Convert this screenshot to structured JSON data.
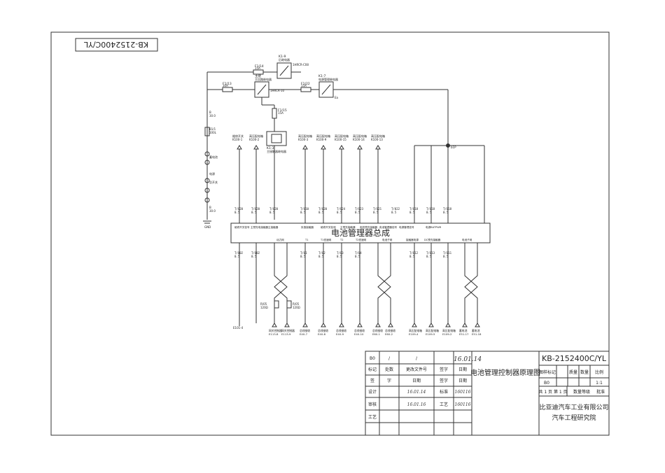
{
  "drawing_number": "KB-2152400C/YL",
  "drawing_number_rotated": "KB-2152400C/YL",
  "title": "电池管理控制器原理图",
  "bms_title": "电池管理器总成",
  "company_line1": "比亚迪汽车工业有限公司",
  "company_line2": "汽车工程研究院",
  "sheet_info": "共 1 页  第 1 页",
  "weight_grade_label": "数量等级",
  "approval_label": "批准",
  "stage_label": "图样标记",
  "quantity_label": "质量",
  "count_label": "数量",
  "scale_label": "比例",
  "stage_value": "B0",
  "scale_value": "1:1",
  "rev_rows": [
    {
      "mark": "B0",
      "count": "/",
      "file": "/",
      "sign": "",
      "date": ""
    },
    {
      "mark": "标记",
      "count": "处数",
      "file": "更改文件号",
      "sign": "签字",
      "date": "日期"
    },
    {
      "mark": "签",
      "count": "字",
      "file": "日期",
      "sign": "签字",
      "date": "日期"
    }
  ],
  "sign_rows": [
    {
      "role": "设计",
      "name": "",
      "date": "16.01.14",
      "role2": "标准",
      "date2": "160116"
    },
    {
      "role": "审核",
      "name": "",
      "date": "16.01.16",
      "role2": "工艺",
      "date2": "160116"
    },
    {
      "role": "工艺",
      "name": "",
      "date": "",
      "role2": "",
      "date2": ""
    }
  ],
  "handwritten_top": "16.01.14",
  "fuses": {
    "f1_14": {
      "name": "F1/14",
      "rating": "15A"
    },
    "f1_13": {
      "name": "F1/13",
      "rating": "30A"
    },
    "f1_22": {
      "name": "F1/22",
      "rating": "15A"
    },
    "f1_15": {
      "name": "F1/15",
      "rating": "15A"
    }
  },
  "relays": {
    "k1_9": {
      "name": "K1-9",
      "desc": "后继电器"
    },
    "k1_7": {
      "name": "K1-7",
      "desc": "电源管理继电器"
    },
    "main_relay": {
      "name": "主继",
      "desc": "主回路继电器"
    },
    "k1_3": {
      "name": "K1-3",
      "desc": "主接触器继电器"
    }
  },
  "relay_codes": {
    "r1": "1HRCR-C08",
    "r2": "1HRCR-10",
    "r3": "Ea"
  },
  "left_chain": {
    "labels": [
      "B",
      "30.0",
      "B1/1",
      "100L",
      "蓄电池",
      "电源",
      "总开关",
      "B",
      "30.0"
    ],
    "ground": "GND"
  },
  "top_connectors": [
    {
      "name": "维修开关",
      "code": "K100-1"
    },
    {
      "name": "高压配电箱",
      "code": "K100-2"
    },
    {
      "name": "高压配电箱",
      "code": "K100-3"
    },
    {
      "name": "高压配电箱",
      "code": "K100-9"
    },
    {
      "name": "高压配电箱",
      "code": "K100-15"
    },
    {
      "name": "高压配电箱",
      "code": "K100-14"
    },
    {
      "name": "高压配电箱",
      "code": "K100-13"
    }
  ],
  "upper_pins": [
    {
      "pin": "T/020",
      "size": "0.5"
    },
    {
      "pin": "T/020",
      "size": "0.5"
    },
    {
      "pin": "T/020",
      "size": "0.5"
    },
    {
      "pin": "T/010",
      "size": "0.5"
    },
    {
      "pin": "T/020",
      "size": "0.5"
    },
    {
      "pin": "T/024",
      "size": "0.5"
    },
    {
      "pin": "T/023",
      "size": "0.5"
    },
    {
      "pin": "T/021",
      "size": "0.5"
    },
    {
      "pin": "T/022",
      "size": "0.5"
    },
    {
      "pin": "T/018",
      "size": "0.5"
    },
    {
      "pin": "T/018",
      "size": "0.5"
    },
    {
      "pin": "T/018",
      "size": "0.5"
    }
  ],
  "bms_inputs": [
    "维修开关信号",
    "主预充电接触器",
    "主接触器",
    "负极接触器",
    "维修开关检测",
    "主预充接触器",
    "电机预充接触器",
    "电池管理器信号",
    "电源管理信号",
    "电源BATPWR"
  ],
  "bms_outputs": [
    "动力网",
    "T1",
    "T1低速网",
    "T2",
    "T2低速网",
    "电池子网",
    "接触器电源",
    "DC预充接触器",
    "电池子网"
  ],
  "lower_pins": [
    {
      "pin": "T/002",
      "size": "0.5"
    },
    {
      "pin": "T/002",
      "size": "0.5"
    },
    {
      "pin": "T/01",
      "size": "0.5"
    },
    {
      "pin": "T/02",
      "size": "0.5"
    },
    {
      "pin": "T/03",
      "size": "0.5"
    },
    {
      "pin": "T/04",
      "size": "0.5"
    },
    {
      "pin": "T/012",
      "size": "0.5"
    },
    {
      "pin": "T/013",
      "size": "0.5"
    },
    {
      "pin": "T/011",
      "size": "0.5"
    }
  ],
  "resistors": [
    {
      "name": "R/05",
      "value": "120Ω"
    },
    {
      "name": "R/05",
      "value": "120Ω"
    }
  ],
  "bottom_connectors": [
    {
      "name": "网关控制器",
      "code": "E113-8"
    },
    {
      "name": "网关控制器",
      "code": "E113-9"
    },
    {
      "name": "总线接收",
      "code": "E40-7"
    },
    {
      "name": "总线接收",
      "code": "E40-8"
    },
    {
      "name": "总线接收",
      "code": "E40-9"
    },
    {
      "name": "总线接收",
      "code": "E40-10"
    },
    {
      "name": "总线接收",
      "code": "E60-1"
    },
    {
      "name": "总线接收",
      "code": "E60-2"
    },
    {
      "name": "高压配电箱",
      "code": "E109-4"
    },
    {
      "name": "高压配电箱",
      "code": "E109-5"
    },
    {
      "name": "高压配电箱",
      "code": "E109-2"
    },
    {
      "name": "蓄电池",
      "code": "E51-17"
    },
    {
      "name": "蓄电池",
      "code": "E51-18"
    }
  ],
  "left_bottom_code": "E101-4",
  "ground_label": "GND",
  "wire_label_a": "b1P"
}
